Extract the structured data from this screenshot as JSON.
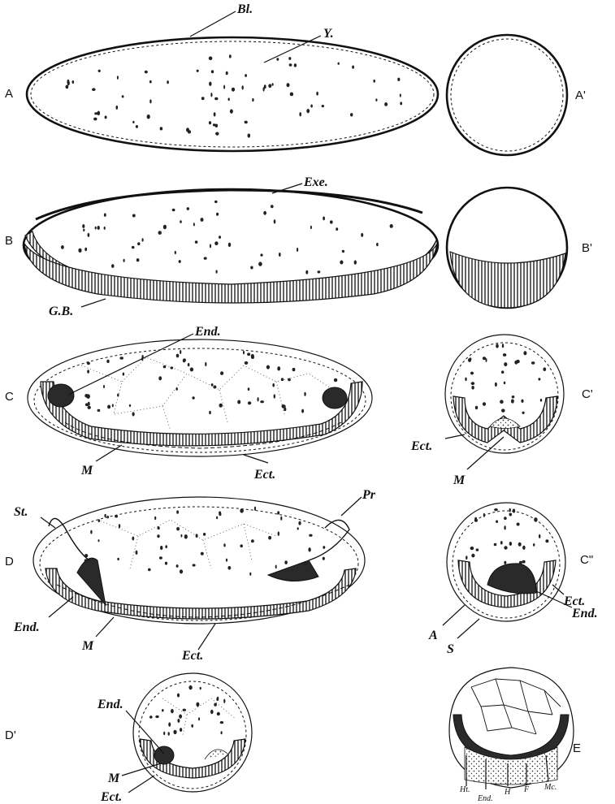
{
  "panels": {
    "A": "A",
    "A_prime": "A'",
    "B": "B",
    "B_prime": "B'",
    "C": "C",
    "C_prime": "C'",
    "D": "D",
    "C_double": "C\"",
    "D_prime": "D'",
    "E": "E"
  },
  "labels": {
    "bl": "Bl.",
    "y": "Y.",
    "exe": "Exe.",
    "gb": "G.B.",
    "end_c": "End.",
    "m_c": "M",
    "ect_c": "Ect.",
    "ect_cp": "Ect.",
    "m_cp": "M",
    "st": "St.",
    "pr": "Pr",
    "end_d": "End.",
    "m_d": "M",
    "ect_d": "Ect.",
    "ect_cpp": "Ect.",
    "end_cpp": "End.",
    "a_cpp": "A",
    "s_cpp": "S",
    "end_dp": "End.",
    "m_dp": "M",
    "ect_dp": "Ect.",
    "ht": "Ht.",
    "end_e": "End.",
    "h": "H",
    "f": "F",
    "mc": "Mc."
  }
}
